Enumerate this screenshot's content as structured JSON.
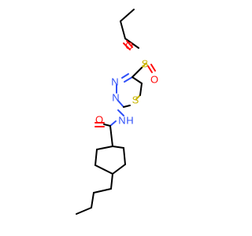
{
  "molecule": {
    "atoms": {
      "o_carbonyl": "O",
      "nh": "N",
      "h_of_nh": "H",
      "n_ring_top": "N",
      "n_ring_bottom": "N",
      "s_ring": "S",
      "s_sulfonyl": "S",
      "o_sulfonyl_top": "O",
      "o_sulfonyl_bottom": "O"
    },
    "colors": {
      "carbon_bond": "#000000",
      "nitrogen": "#3050f8",
      "oxygen": "#ff0d0d",
      "sulfur": "#c8b400"
    }
  }
}
